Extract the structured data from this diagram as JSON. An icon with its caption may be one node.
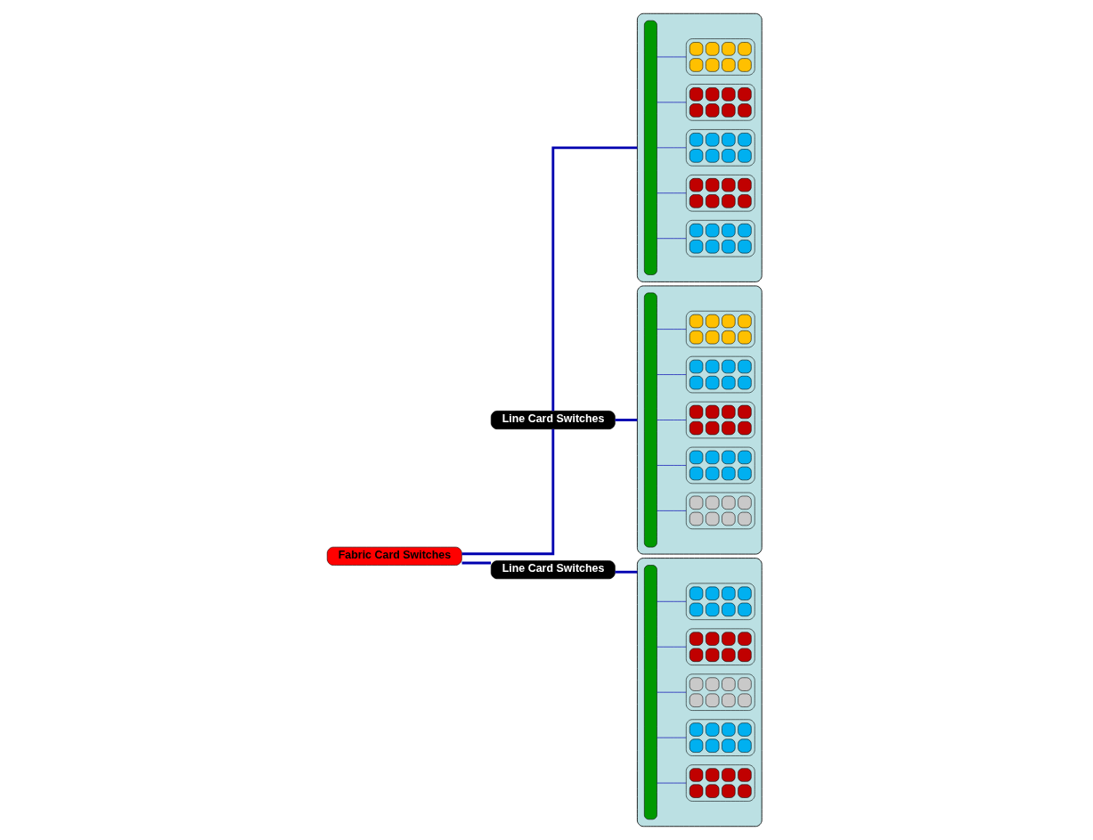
{
  "diagram": {
    "nodes": [
      {
        "text": [
          "Fabric Card Switches"
        ]
      },
      {
        "text": [
          "Line Card Switches"
        ]
      },
      {
        "text": [
          "Line Card Switches"
        ]
      },
      {
        "text": [],
        "shape": "box"
      },
      {
        "text": [],
        "shape": "bar",
        "in": 3
      },
      {
        "text": [],
        "shape": "box",
        "in": 3
      },
      {
        "text": [],
        "shape": "box",
        "in": 3
      },
      {
        "text": [],
        "shape": "box",
        "in": 3
      },
      {
        "text": [],
        "shape": "box",
        "in": 3
      },
      {
        "text": [],
        "shape": "box",
        "in": 3
      },
      {
        "text": [],
        "shape": "box"
      },
      {
        "text": [],
        "shape": "bar",
        "in": 10
      },
      {
        "text": [],
        "shape": "box",
        "in": 10
      },
      {
        "text": [],
        "shape": "box",
        "in": 10
      },
      {
        "text": [],
        "shape": "box",
        "in": 10
      },
      {
        "text": [],
        "shape": "box",
        "in": 10
      },
      {
        "text": [],
        "shape": "box",
        "in": 10
      },
      {
        "text": [],
        "shape": "box"
      },
      {
        "text": [],
        "shape": "bar",
        "in": 17
      },
      {
        "text": [],
        "shape": "box",
        "in": 17
      },
      {
        "text": [],
        "shape": "box",
        "in": 17
      },
      {
        "text": [],
        "shape": "box",
        "in": 17
      },
      {
        "text": [],
        "shape": "box",
        "in": 17
      },
      {
        "text": [],
        "shape": "box",
        "in": 17
      }
    ],
    "edges": [
      {
        "from": 0,
        "to": 1,
        "arrow": "none",
        "style": "thick"
      },
      {
        "from": 0,
        "to": 2,
        "arrow": "none",
        "style": "thick"
      },
      {
        "from": 1,
        "to": 3,
        "arrow": "none",
        "style": "thick"
      },
      {
        "from": 1,
        "to": 10,
        "arrow": "none",
        "style": "thick"
      },
      {
        "from": 2,
        "to": 17,
        "arrow": "none",
        "style": "thick"
      },
      {
        "from": 4,
        "to": 5,
        "arrow": "none"
      },
      {
        "from": 4,
        "to": 6,
        "arrow": "none"
      },
      {
        "from": 4,
        "to": 7,
        "arrow": "none"
      },
      {
        "from": 4,
        "to": 8,
        "arrow": "none"
      },
      {
        "from": 4,
        "to": 9,
        "arrow": "none"
      },
      {
        "from": 11,
        "to": 12,
        "arrow": "none"
      },
      {
        "from": 11,
        "to": 13,
        "arrow": "none"
      },
      {
        "from": 11,
        "to": 14,
        "arrow": "none"
      },
      {
        "from": 11,
        "to": 15,
        "arrow": "none"
      },
      {
        "from": 11,
        "to": 16,
        "arrow": "none"
      },
      {
        "from": 18,
        "to": 19,
        "arrow": "none"
      },
      {
        "from": 18,
        "to": 20,
        "arrow": "none"
      },
      {
        "from": 18,
        "to": 21,
        "arrow": "none"
      },
      {
        "from": 18,
        "to": 22,
        "arrow": "none"
      },
      {
        "from": 18,
        "to": 23,
        "arrow": "none"
      }
    ]
  }
}
